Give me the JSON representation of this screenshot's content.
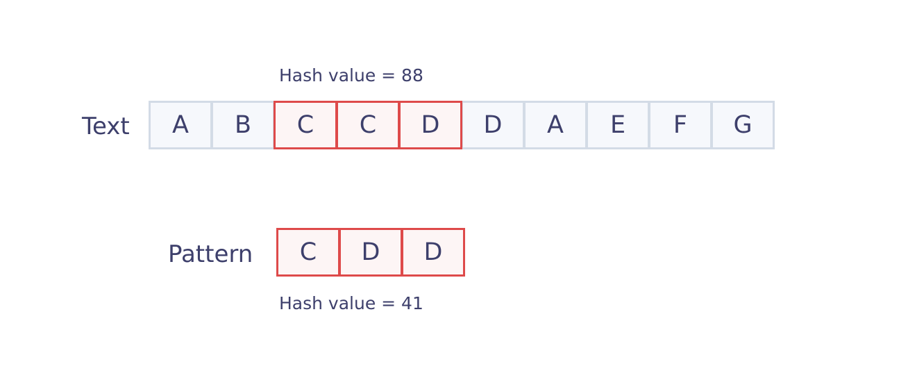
{
  "text_row": {
    "label": "Text",
    "hash_label": "Hash value = 88",
    "cells": [
      {
        "char": "A",
        "highlighted": false
      },
      {
        "char": "B",
        "highlighted": false
      },
      {
        "char": "C",
        "highlighted": true
      },
      {
        "char": "C",
        "highlighted": true
      },
      {
        "char": "D",
        "highlighted": true
      },
      {
        "char": "D",
        "highlighted": false
      },
      {
        "char": "A",
        "highlighted": false
      },
      {
        "char": "E",
        "highlighted": false
      },
      {
        "char": "F",
        "highlighted": false
      },
      {
        "char": "G",
        "highlighted": false
      }
    ]
  },
  "pattern_row": {
    "label": "Pattern",
    "hash_label": "Hash value = 41",
    "cells": [
      {
        "char": "C",
        "highlighted": true
      },
      {
        "char": "D",
        "highlighted": true
      },
      {
        "char": "D",
        "highlighted": true
      }
    ]
  },
  "colors": {
    "text": "#3d3f6b",
    "cell_border": "#d3dbe6",
    "cell_fill": "#f6f8fc",
    "highlight_border": "#de4a4a",
    "highlight_fill": "#fdf5f5"
  }
}
